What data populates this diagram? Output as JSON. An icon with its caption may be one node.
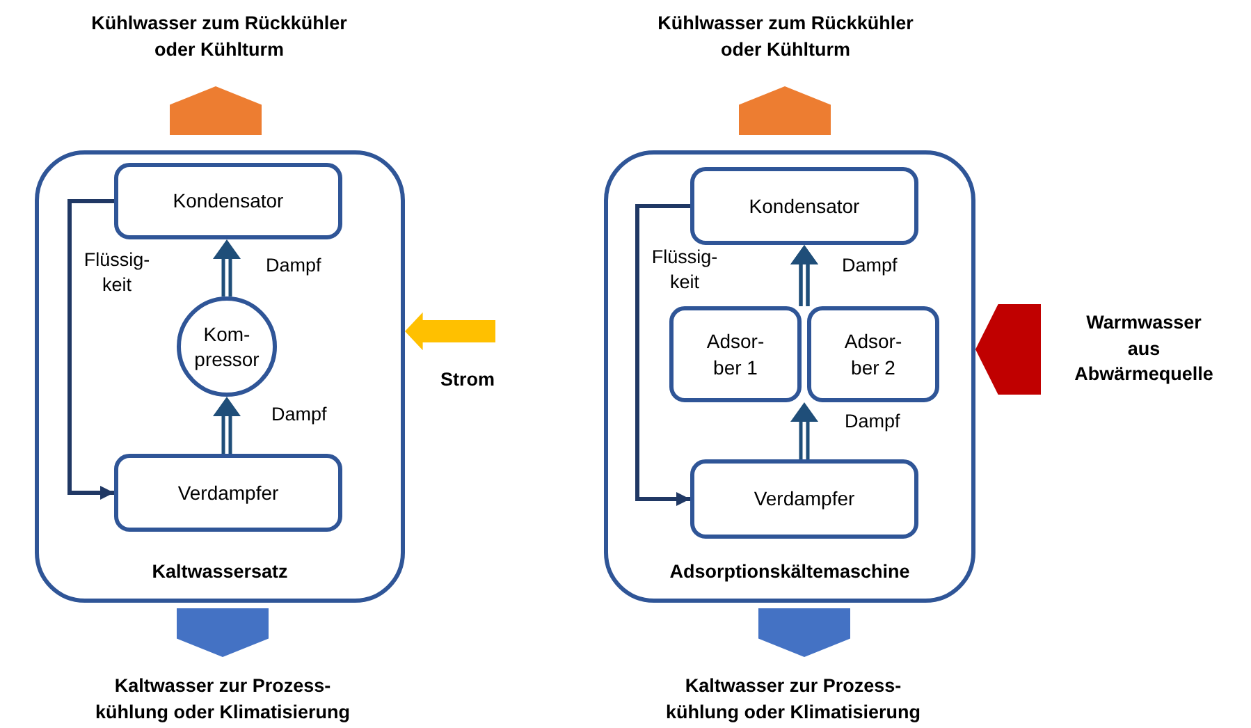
{
  "diagram": {
    "nodes": [
      {
        "text": [
          "Kühlwasser zum Rückkühler oder Kühlturm"
        ]
      },
      {
        "text": [
          "Kühlwasser zum Rückkühler oder Kühlturm"
        ]
      },
      {
        "text": [
          "Kaltwassersatz"
        ]
      },
      {
        "text": [
          "Kondensator"
        ],
        "in": 2
      },
      {
        "text": [
          "Kom- pressor"
        ],
        "in": 2
      },
      {
        "text": [
          "Verdampfer"
        ],
        "in": 2
      },
      {
        "text": [
          "Strom"
        ]
      },
      {
        "text": [
          "Adsorptionskältemaschine"
        ]
      },
      {
        "text": [
          "Kondensator"
        ],
        "in": 7
      },
      {
        "text": [
          "Adsor- ber 1"
        ],
        "in": 7
      },
      {
        "text": [
          "Adsor- ber 2"
        ],
        "in": 7
      },
      {
        "text": [
          "Verdampfer"
        ],
        "in": 7
      },
      {
        "text": [
          "Warmwasser aus Abwärmequelle"
        ]
      },
      {
        "text": [
          "Kaltwasser zur Prozess- kühlung oder Klimatisierung"
        ]
      },
      {
        "text": [
          "Kaltwasser zur Prozess- kühlung oder Klimatisierung"
        ]
      }
    ],
    "edges": [
      {
        "from": 2,
        "to": 0,
        "arrow": "to",
        "style": "thick",
        "color": "#ed7d31"
      },
      {
        "from": 3,
        "to": 5,
        "arrow": "to",
        "label": "Flüssig- keit",
        "color": "#203864"
      },
      {
        "from": 5,
        "to": 4,
        "arrow": "to",
        "label": "Dampf"
      },
      {
        "from": 4,
        "to": 3,
        "arrow": "to",
        "label": "Dampf"
      },
      {
        "from": 6,
        "to": 2,
        "arrow": "to",
        "style": "thick",
        "color": "#ffc000"
      },
      {
        "from": 2,
        "to": 13,
        "arrow": "to",
        "style": "thick",
        "color": "#4472c4"
      },
      {
        "from": 7,
        "to": 1,
        "arrow": "to",
        "style": "thick",
        "color": "#ed7d31"
      },
      {
        "from": 8,
        "to": 11,
        "arrow": "to",
        "label": "Flüssig- keit",
        "color": "#203864"
      },
      {
        "from": 11,
        "to": 9,
        "arrow": "to",
        "label": "Dampf"
      },
      {
        "from": 11,
        "to": 10,
        "arrow": "to"
      },
      {
        "from": 9,
        "to": 8,
        "arrow": "to",
        "label": "Dampf"
      },
      {
        "from": 10,
        "to": 8,
        "arrow": "to"
      },
      {
        "from": 12,
        "to": 7,
        "arrow": "to",
        "style": "thick",
        "color": "#c00000"
      },
      {
        "from": 7,
        "to": 14,
        "arrow": "to",
        "style": "thick",
        "color": "#4472c4"
      }
    ]
  }
}
